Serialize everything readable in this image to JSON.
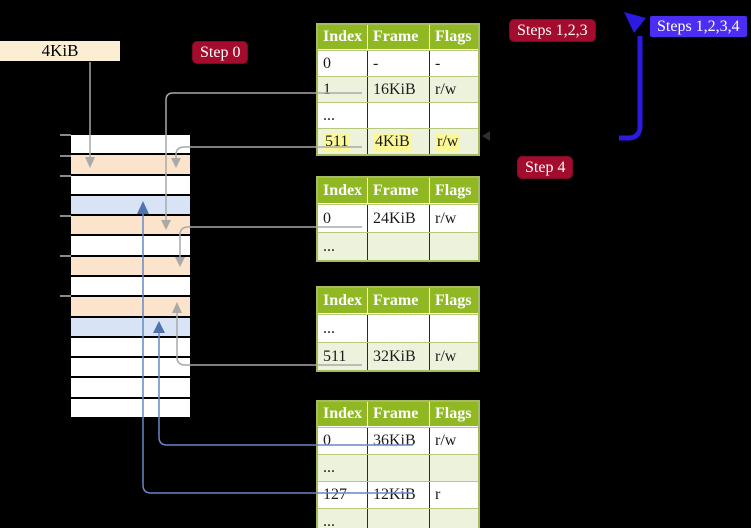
{
  "labels": {
    "frame_size": "4KiB",
    "step0": "Step 0",
    "steps123": "Steps 1,2,3",
    "steps1234": "Steps 1,2,3,4",
    "step4": "Step 4"
  },
  "colors": {
    "badge_red": "#A30C2C",
    "badge_blue": "#4B2EF2",
    "big_arrow_blue": "#2B1AE0",
    "connector_gray": "#A9A9A9",
    "connector_blue": "#6589C4",
    "table_header_green": "#8FB822",
    "table_row_green": "#EDF2DC",
    "highlight_yellow": "#FBF897",
    "memory_frame_peach": "#FCE4CC",
    "memory_page_blue": "#D8E4F6",
    "frame_label_cream": "#FBEED3"
  },
  "tables": [
    {
      "headers": [
        "Index",
        "Frame",
        "Flags"
      ],
      "rows": [
        {
          "cells": [
            "0",
            "-",
            "-"
          ],
          "highlight": false
        },
        {
          "cells": [
            "1",
            "16KiB",
            "r/w"
          ],
          "highlight": false
        },
        {
          "cells": [
            "...",
            "",
            ""
          ],
          "highlight": false
        },
        {
          "cells": [
            "511",
            "4KiB",
            "r/w"
          ],
          "highlight": true
        }
      ]
    },
    {
      "headers": [
        "Index",
        "Frame",
        "Flags"
      ],
      "rows": [
        {
          "cells": [
            "0",
            "24KiB",
            "r/w"
          ],
          "highlight": false
        },
        {
          "cells": [
            "...",
            "",
            ""
          ],
          "highlight": false
        }
      ]
    },
    {
      "headers": [
        "Index",
        "Frame",
        "Flags"
      ],
      "rows": [
        {
          "cells": [
            "...",
            "",
            ""
          ],
          "highlight": false
        },
        {
          "cells": [
            "511",
            "32KiB",
            "r/w"
          ],
          "highlight": false
        }
      ]
    },
    {
      "headers": [
        "Index",
        "Frame",
        "Flags"
      ],
      "rows": [
        {
          "cells": [
            "0",
            "36KiB",
            "r/w"
          ],
          "highlight": false
        },
        {
          "cells": [
            "...",
            "",
            ""
          ],
          "highlight": false
        },
        {
          "cells": [
            "127",
            "12KiB",
            "r"
          ],
          "highlight": false
        },
        {
          "cells": [
            "...",
            "",
            ""
          ],
          "highlight": false
        }
      ]
    }
  ],
  "memory": {
    "rows": [
      {
        "fill": "white"
      },
      {
        "fill": "peach"
      },
      {
        "fill": "white"
      },
      {
        "fill": "blue"
      },
      {
        "fill": "peach"
      },
      {
        "fill": "white"
      },
      {
        "fill": "peach"
      },
      {
        "fill": "white"
      },
      {
        "fill": "peach"
      },
      {
        "fill": "blue"
      },
      {
        "fill": "white"
      },
      {
        "fill": "white"
      },
      {
        "fill": "white"
      },
      {
        "fill": "white"
      }
    ]
  }
}
